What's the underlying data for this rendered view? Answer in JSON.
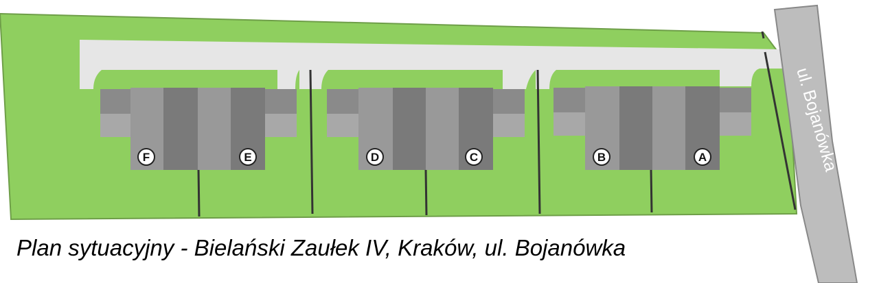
{
  "caption": "Plan sytuacyjny - Bielański Zaułek IV, Kraków, ul. Bojanówka",
  "street_label": "ul. Bojanówka",
  "units": [
    "F",
    "E",
    "D",
    "C",
    "B",
    "A"
  ],
  "colors": {
    "lawn": "#8fcf5f",
    "lawn_edge": "#6e9e48",
    "driveway": "#e6e6e6",
    "street": "#bdbdbd",
    "building_light": "#999999",
    "building_dark": "#7a7a7a",
    "terrace_dark": "#8a8a8a",
    "terrace_light": "#a8a8a8",
    "boundary": "#333333"
  }
}
